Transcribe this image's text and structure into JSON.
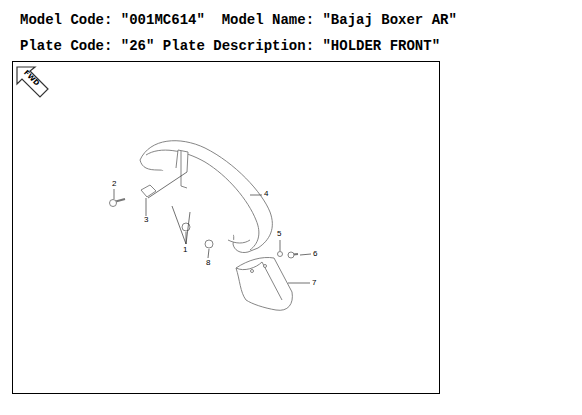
{
  "diagram": {
    "labels": [
      "Model Code: \"001MC614\"  Model Name: \"Bajaj Boxer AR\"",
      "Plate Code: \"26\" Plate Description: \"HOLDER FRONT\"",
      "FWD",
      "2",
      "3",
      "4",
      "1",
      "8",
      "5",
      "6",
      "7"
    ]
  }
}
